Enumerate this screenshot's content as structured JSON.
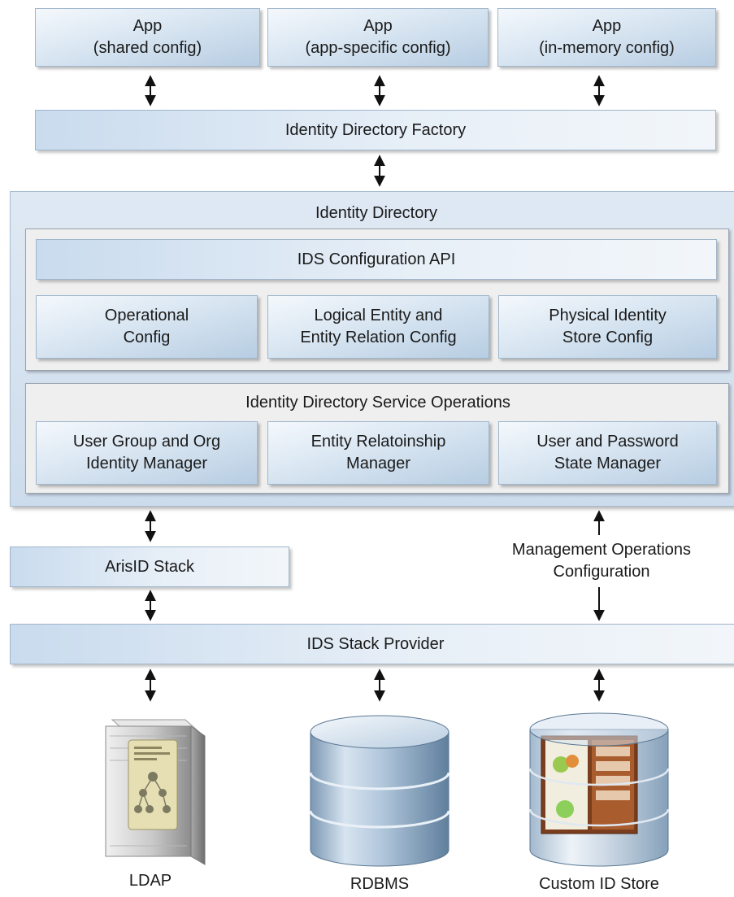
{
  "apps": [
    {
      "label": "App\n(shared config)"
    },
    {
      "label": "App\n(app-specific config)"
    },
    {
      "label": "App\n(in-memory config)"
    }
  ],
  "factory": {
    "label": "Identity Directory Factory"
  },
  "identity_directory": {
    "title": "Identity Directory",
    "config_api": {
      "label": "IDS Configuration API"
    },
    "config_items": [
      {
        "label": "Operational\nConfig"
      },
      {
        "label": "Logical Entity and\nEntity Relation Config"
      },
      {
        "label": "Physical Identity\nStore Config"
      }
    ],
    "service_ops": {
      "title": "Identity Directory Service Operations",
      "items": [
        {
          "label": "User Group and Org\nIdentity Manager"
        },
        {
          "label": "Entity Relatoinship\nManager"
        },
        {
          "label": "User and Password\nState Manager"
        }
      ]
    }
  },
  "arisid": {
    "label": "ArisID Stack"
  },
  "management": {
    "label": "Management Operations\nConfiguration"
  },
  "stack_provider": {
    "label": "IDS Stack Provider"
  },
  "stores": [
    {
      "label": "LDAP",
      "icon": "ldap-server-icon"
    },
    {
      "label": "RDBMS",
      "icon": "database-icon"
    },
    {
      "label": "Custom ID Store",
      "icon": "custom-store-icon"
    }
  ],
  "colors": {
    "box_light": "#f4f8fc",
    "box_dark": "#b7cde2",
    "border": "#9fb6cc",
    "arrow": "#111111"
  }
}
